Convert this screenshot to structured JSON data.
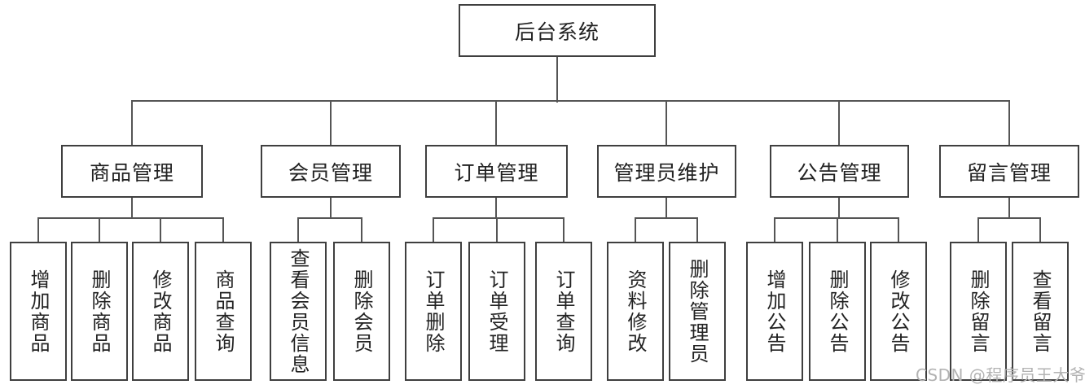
{
  "diagram": {
    "root": {
      "label": "后台系统"
    },
    "branches": [
      {
        "label": "商品管理",
        "children": [
          "增加商品",
          "删除商品",
          "修改商品",
          "商品查询"
        ]
      },
      {
        "label": "会员管理",
        "children": [
          "查看会员信息",
          "删除会员"
        ]
      },
      {
        "label": "订单管理",
        "children": [
          "订单删除",
          "订单受理",
          "订单查询"
        ]
      },
      {
        "label": "管理员维护",
        "children": [
          "资料修改",
          "删除管理员"
        ]
      },
      {
        "label": "公告管理",
        "children": [
          "增加公告",
          "删除公告",
          "修改公告"
        ]
      },
      {
        "label": "留言管理",
        "children": [
          "删除留言",
          "查看留言"
        ]
      }
    ]
  },
  "watermark": {
    "text": "CSDN @程序员王大爷",
    "arrow": "↵"
  },
  "colors": {
    "box_border": "#3f3f3f",
    "line": "#555555",
    "text": "#222222",
    "watermark": "#b3b3b3",
    "background": "#ffffff"
  }
}
